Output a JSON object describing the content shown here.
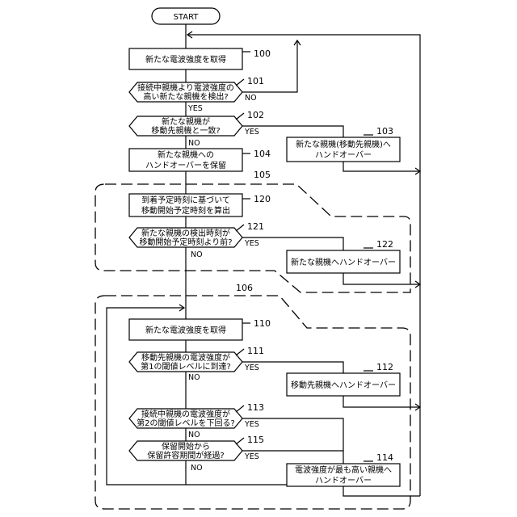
{
  "start": "START",
  "steps": {
    "s100": {
      "id": "100",
      "lines": [
        "新たな電波強度を取得"
      ]
    },
    "s101": {
      "id": "101",
      "lines": [
        "接続中親機より電波強度の",
        "高い新たな親機を検出?"
      ]
    },
    "s102": {
      "id": "102",
      "lines": [
        "新たな親機が",
        "移動先親機と一致?"
      ]
    },
    "s103": {
      "id": "103",
      "lines": [
        "新たな親機(移動先親機)へ",
        "ハンドオーバー"
      ]
    },
    "s104": {
      "id": "104",
      "lines": [
        "新たな親機への",
        "ハンドオーバーを保留"
      ]
    },
    "s120": {
      "id": "120",
      "lines": [
        "到着予定時刻に基づいて",
        "移動開始予定時刻を算出"
      ]
    },
    "s121": {
      "id": "121",
      "lines": [
        "新たな親機の検出時刻が",
        "移動開始予定時刻より前?"
      ]
    },
    "s122": {
      "id": "122",
      "lines": [
        "新たな親機へハンドオーバー"
      ]
    },
    "s110": {
      "id": "110",
      "lines": [
        "新たな電波強度を取得"
      ]
    },
    "s111": {
      "id": "111",
      "lines": [
        "移動先親機の電波強度が",
        "第1の閾値レベルに到達?"
      ]
    },
    "s112": {
      "id": "112",
      "lines": [
        "移動先親機へハンドオーバー"
      ]
    },
    "s113": {
      "id": "113",
      "lines": [
        "接続中親機の電波強度が",
        "第2の閾値レベルを下回る?"
      ]
    },
    "s115": {
      "id": "115",
      "lines": [
        "保留開始から",
        "保留許容期間が経過?"
      ]
    },
    "s114": {
      "id": "114",
      "lines": [
        "電波強度が最も高い親機へ",
        "ハンドオーバー"
      ]
    }
  },
  "groups": {
    "g105": "105",
    "g106": "106"
  },
  "labels": {
    "yes": "YES",
    "no": "NO"
  }
}
